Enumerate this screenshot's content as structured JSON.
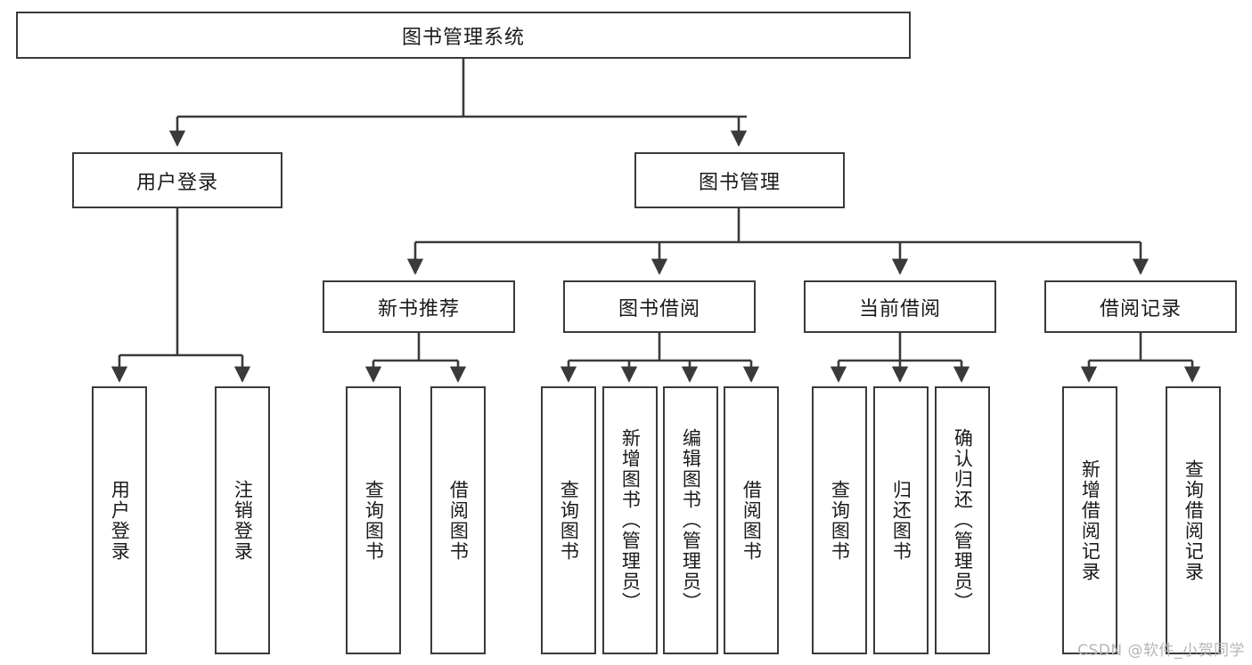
{
  "diagram": {
    "title": "图书管理系统",
    "type": "hierarchy-tree",
    "root": {
      "id": "root",
      "label": "图书管理系统"
    },
    "level2": [
      {
        "id": "user-login",
        "label": "用户登录"
      },
      {
        "id": "book-manage",
        "label": "图书管理"
      }
    ],
    "level3": [
      {
        "id": "new-book-recommend",
        "label": "新书推荐"
      },
      {
        "id": "book-borrow",
        "label": "图书借阅"
      },
      {
        "id": "current-borrow",
        "label": "当前借阅"
      },
      {
        "id": "borrow-record",
        "label": "借阅记录"
      }
    ],
    "leaves": {
      "user_login": [
        {
          "id": "leaf-user-login",
          "label": "用户登录"
        },
        {
          "id": "leaf-logout",
          "label": "注销登录"
        }
      ],
      "new_book_recommend": [
        {
          "id": "leaf-query-book-1",
          "label": "查询图书"
        },
        {
          "id": "leaf-borrow-book-1",
          "label": "借阅图书"
        }
      ],
      "book_borrow": [
        {
          "id": "leaf-query-book-2",
          "label": "查询图书"
        },
        {
          "id": "leaf-add-book",
          "label": "新增图书（管理员）"
        },
        {
          "id": "leaf-edit-book",
          "label": "编辑图书（管理员）"
        },
        {
          "id": "leaf-borrow-book-2",
          "label": "借阅图书"
        }
      ],
      "current_borrow": [
        {
          "id": "leaf-query-book-3",
          "label": "查询图书"
        },
        {
          "id": "leaf-return-book",
          "label": "归还图书"
        },
        {
          "id": "leaf-confirm-return",
          "label": "确认归还（管理员）"
        }
      ],
      "borrow_record": [
        {
          "id": "leaf-add-record",
          "label": "新增借阅记录"
        },
        {
          "id": "leaf-query-record",
          "label": "查询借阅记录"
        }
      ]
    }
  },
  "watermark": {
    "text": "CSDN @软件_小贺同学"
  },
  "colors": {
    "stroke": "#3a3a3a",
    "background": "#ffffff",
    "text": "#1a1a1a",
    "watermark": "#b6b6b6"
  }
}
